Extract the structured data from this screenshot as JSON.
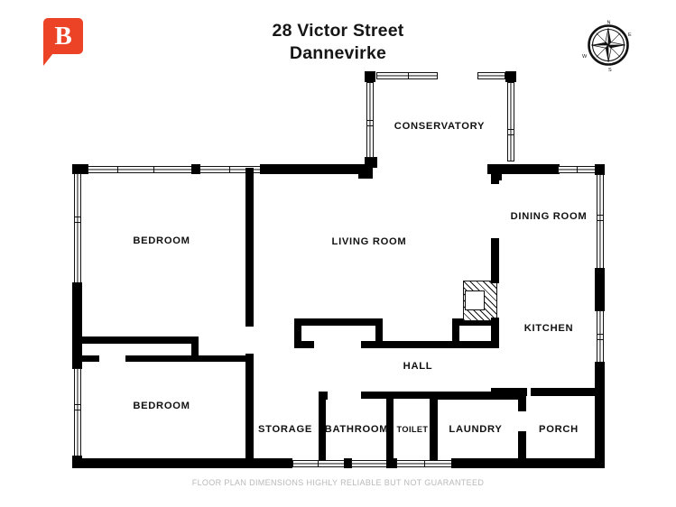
{
  "document": {
    "type": "floor-plan",
    "background_color": "#ffffff"
  },
  "header": {
    "logo": {
      "icon": "speech-bubble-pin-icon",
      "letter": "B",
      "color": "#ec4327"
    },
    "title_line1": "28 Victor Street",
    "title_line2": "Dannevirke",
    "compass": {
      "icon": "compass-rose-icon",
      "north": "N",
      "east": "E",
      "south": "S",
      "west": "W"
    }
  },
  "plan": {
    "rooms": [
      {
        "id": "conservatory",
        "label": "CONSERVATORY",
        "size": "normal"
      },
      {
        "id": "bedroom-1",
        "label": "BEDROOM",
        "size": "normal"
      },
      {
        "id": "living-room",
        "label": "LIVING ROOM",
        "size": "normal"
      },
      {
        "id": "dining-room",
        "label": "DINING ROOM",
        "size": "normal"
      },
      {
        "id": "kitchen",
        "label": "KITCHEN",
        "size": "normal"
      },
      {
        "id": "hall",
        "label": "HALL",
        "size": "normal"
      },
      {
        "id": "bedroom-2",
        "label": "BEDROOM",
        "size": "normal"
      },
      {
        "id": "storage",
        "label": "STORAGE",
        "size": "normal"
      },
      {
        "id": "bathroom",
        "label": "BATHROOM",
        "size": "normal"
      },
      {
        "id": "toilet",
        "label": "TOILET",
        "size": "small"
      },
      {
        "id": "laundry",
        "label": "LAUNDRY",
        "size": "normal"
      },
      {
        "id": "porch",
        "label": "PORCH",
        "size": "normal"
      }
    ],
    "fixtures": [
      {
        "id": "fireplace",
        "type": "hatched-chimney-block"
      }
    ],
    "wall_color": "#000000",
    "window_color": "#ffffff"
  },
  "footer": {
    "disclaimer": "FLOOR PLAN DIMENSIONS HIGHLY RELIABLE BUT NOT GUARANTEED"
  }
}
